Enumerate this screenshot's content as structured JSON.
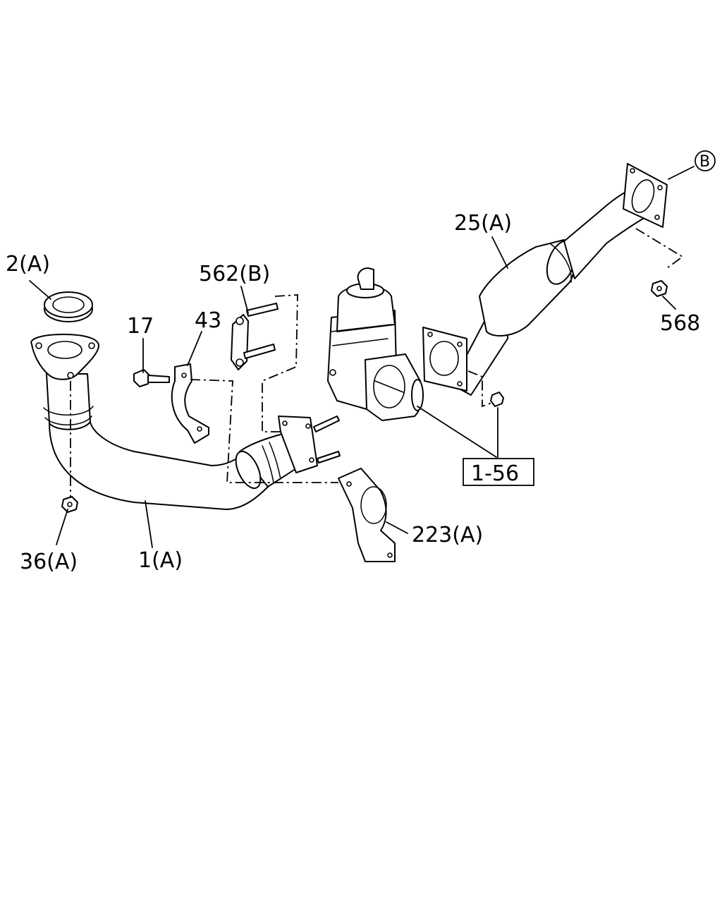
{
  "callouts": {
    "pipe_front": "1(A)",
    "gasket_ring": "2(A)",
    "bolt": "17",
    "bracket_clamp": "43",
    "stud_bolts": "562(B)",
    "heat_shield": "223(A)",
    "catalytic_pipe": "25(A)",
    "nut_rear": "568",
    "nut_front": "36(A)",
    "reference": "1-56",
    "connection_b": "B"
  },
  "colors": {
    "line": "#000000",
    "background": "#ffffff"
  }
}
